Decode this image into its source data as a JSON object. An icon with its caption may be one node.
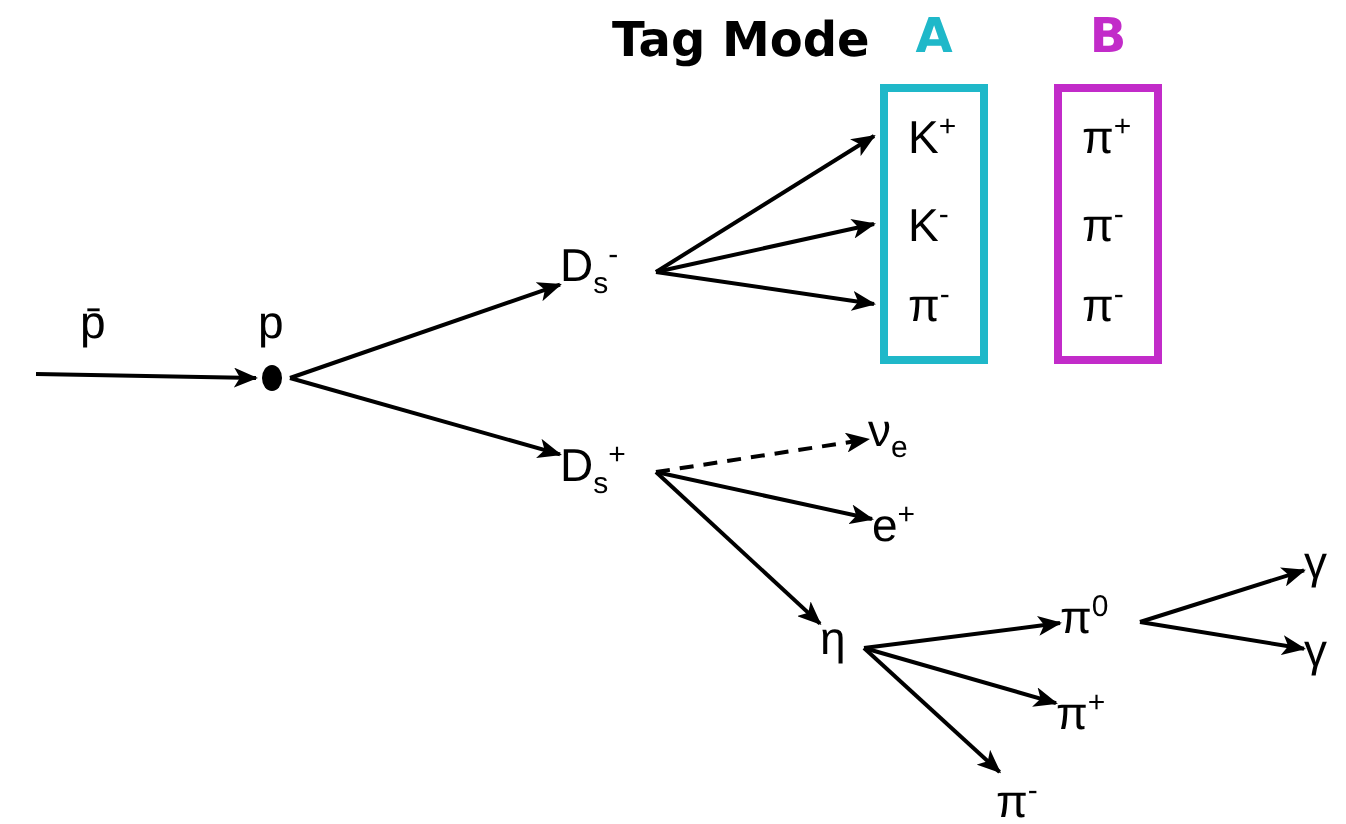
{
  "diagram": {
    "nodes": [
      {
        "text": [
          "p"
        ]
      },
      {
        "text": [
          "D$_{s}$$^{-}$"
        ]
      },
      {
        "text": [
          "D$_{s}$$^{+}$"
        ]
      },
      {
        "text": [
          "A"
        ]
      },
      {
        "text": [
          "K$^{+}$"
        ],
        "in": 3
      },
      {
        "text": [
          "K$^{-}$"
        ],
        "in": 3
      },
      {
        "text": [
          "π$^{-}$"
        ],
        "in": 3
      },
      {
        "text": [
          "B"
        ]
      },
      {
        "text": [
          "π$^{+}$"
        ],
        "in": 7
      },
      {
        "text": [
          "π$^{-}$"
        ],
        "in": 7
      },
      {
        "text": [
          "π$^{-}$"
        ],
        "in": 7
      },
      {
        "text": [
          "ν$_{e}$"
        ]
      },
      {
        "text": [
          "e$^{+}$"
        ]
      },
      {
        "text": [
          "η"
        ]
      },
      {
        "text": [
          "π$^{0}$"
        ]
      },
      {
        "text": [
          "π$^{+}$"
        ]
      },
      {
        "text": [
          "π$^{-}$"
        ]
      },
      {
        "text": [
          "γ"
        ]
      },
      {
        "text": [
          "γ"
        ]
      }
    ],
    "edges": [
      {
        "from": null,
        "to": 0,
        "arrow": "to",
        "label": "p̄"
      },
      {
        "from": 0,
        "to": 1,
        "arrow": "to"
      },
      {
        "from": 0,
        "to": 2,
        "arrow": "to"
      },
      {
        "from": 1,
        "to": 4,
        "arrow": "to"
      },
      {
        "from": 1,
        "to": 5,
        "arrow": "to"
      },
      {
        "from": 1,
        "to": 6,
        "arrow": "to"
      },
      {
        "from": 2,
        "to": 11,
        "arrow": "to",
        "style": "dashed"
      },
      {
        "from": 2,
        "to": 12,
        "arrow": "to"
      },
      {
        "from": 2,
        "to": 13,
        "arrow": "to"
      },
      {
        "from": 13,
        "to": 14,
        "arrow": "to"
      },
      {
        "from": 13,
        "to": 15,
        "arrow": "to"
      },
      {
        "from": 13,
        "to": 16,
        "arrow": "to"
      },
      {
        "from": 14,
        "to": 17,
        "arrow": "to"
      },
      {
        "from": 14,
        "to": 18,
        "arrow": "to"
      }
    ],
    "labels": [
      "Tag Mode"
    ]
  }
}
